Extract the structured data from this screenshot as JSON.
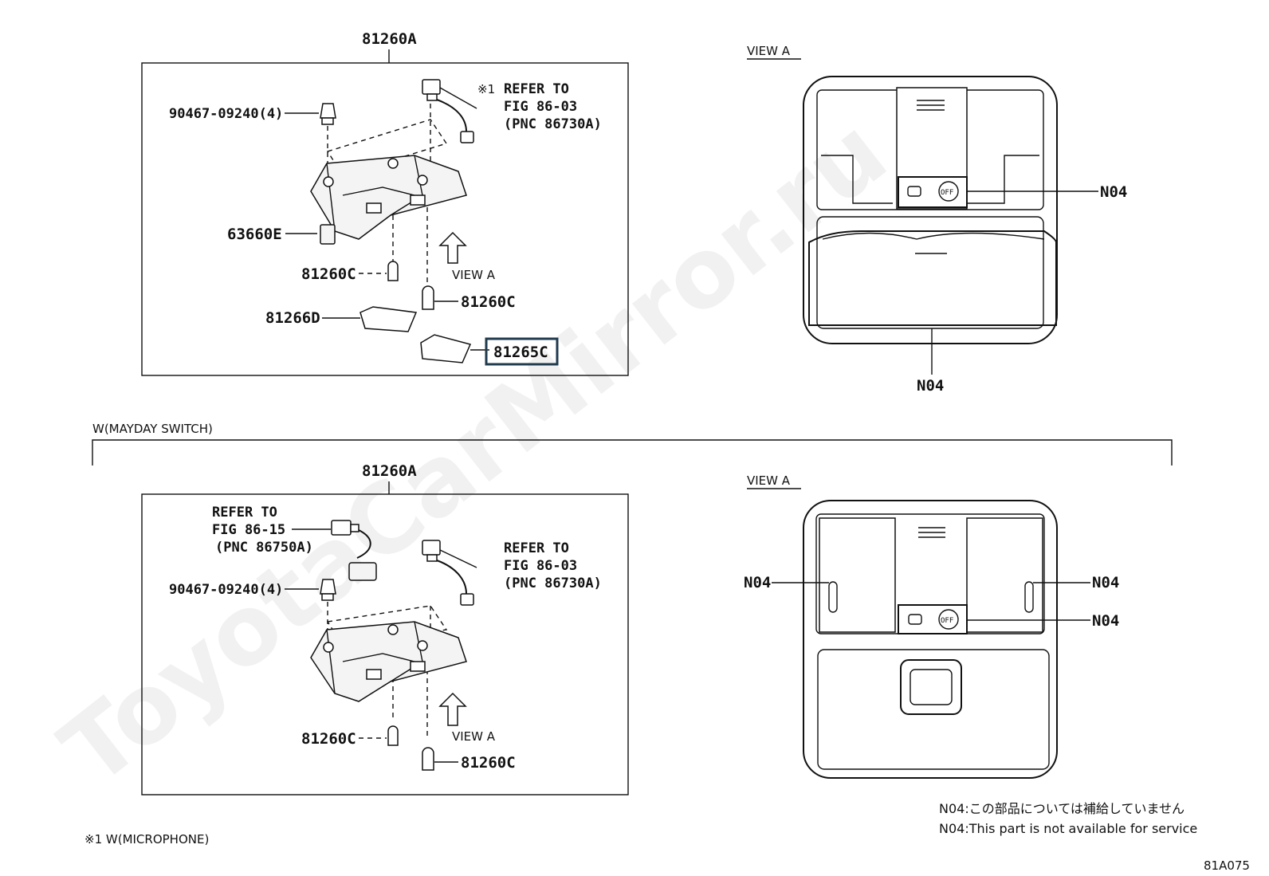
{
  "watermark": "ToyotaCarMirror.ru",
  "top": {
    "assembly_label": "81260A",
    "parts": {
      "clip": "90467-09240(4)",
      "lamp_switch": "63660E",
      "bulb_left": "81260C",
      "bulb_right": "81260C",
      "lens_a": "81266D",
      "lens_b": "81265C"
    },
    "refer": {
      "mark": "※1",
      "line1": "REFER TO",
      "line2": "FIG 86-03",
      "line3": "(PNC 86730A)"
    },
    "view_arrow_label": "VIEW A",
    "view_title": "VIEW A",
    "callouts": [
      "N04",
      "N04"
    ],
    "off_label": "OFF"
  },
  "section_label": "W(MAYDAY SWITCH)",
  "bottom": {
    "assembly_label": "81260A",
    "parts": {
      "clip": "90467-09240(4)",
      "bulb_left": "81260C",
      "bulb_right": "81260C"
    },
    "refer_left": {
      "line1": "REFER TO",
      "line2": "FIG 86-15",
      "line3": "(PNC 86750A)"
    },
    "refer_right": {
      "line1": "REFER TO",
      "line2": "FIG 86-03",
      "line3": "(PNC 86730A)"
    },
    "view_arrow_label": "VIEW A",
    "view_title": "VIEW A",
    "callouts": [
      "N04",
      "N04",
      "N04"
    ],
    "off_label": "OFF"
  },
  "notes": {
    "jp": "N04:この部品については補給していません",
    "en": "N04:This part is not available for service"
  },
  "footnote": "※1 W(MICROPHONE)",
  "figure_code": "81A075"
}
